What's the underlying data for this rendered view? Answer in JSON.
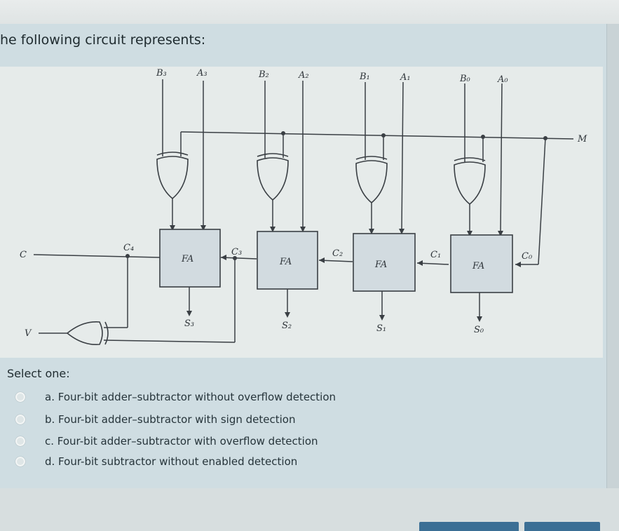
{
  "question": {
    "title": "he following circuit represents:"
  },
  "diagram": {
    "inputs_top": [
      "B₃",
      "A₃",
      "B₂",
      "A₂",
      "B₁",
      "A₁",
      "B₀",
      "A₀"
    ],
    "fa_label": "FA",
    "carries": [
      "C₄",
      "C₃",
      "C₂",
      "C₁",
      "C₀"
    ],
    "sums": [
      "S₃",
      "S₂",
      "S₁",
      "S₀"
    ],
    "line_labels": {
      "m": "M",
      "c": "C",
      "v": "V"
    }
  },
  "answer": {
    "prompt": "Select one:",
    "options": [
      {
        "label": "a. Four-bit adder–subtractor without overflow detection"
      },
      {
        "label": "b. Four-bit adder–subtractor with sign detection"
      },
      {
        "label": "c. Four-bit adder–subtractor with overflow detection"
      },
      {
        "label": "d. Four-bit subtractor without enabled detection"
      }
    ]
  },
  "colors": {
    "line": "#3a3f44",
    "fa_fill": "#d2dbe0",
    "panel": "#cfdde2"
  }
}
